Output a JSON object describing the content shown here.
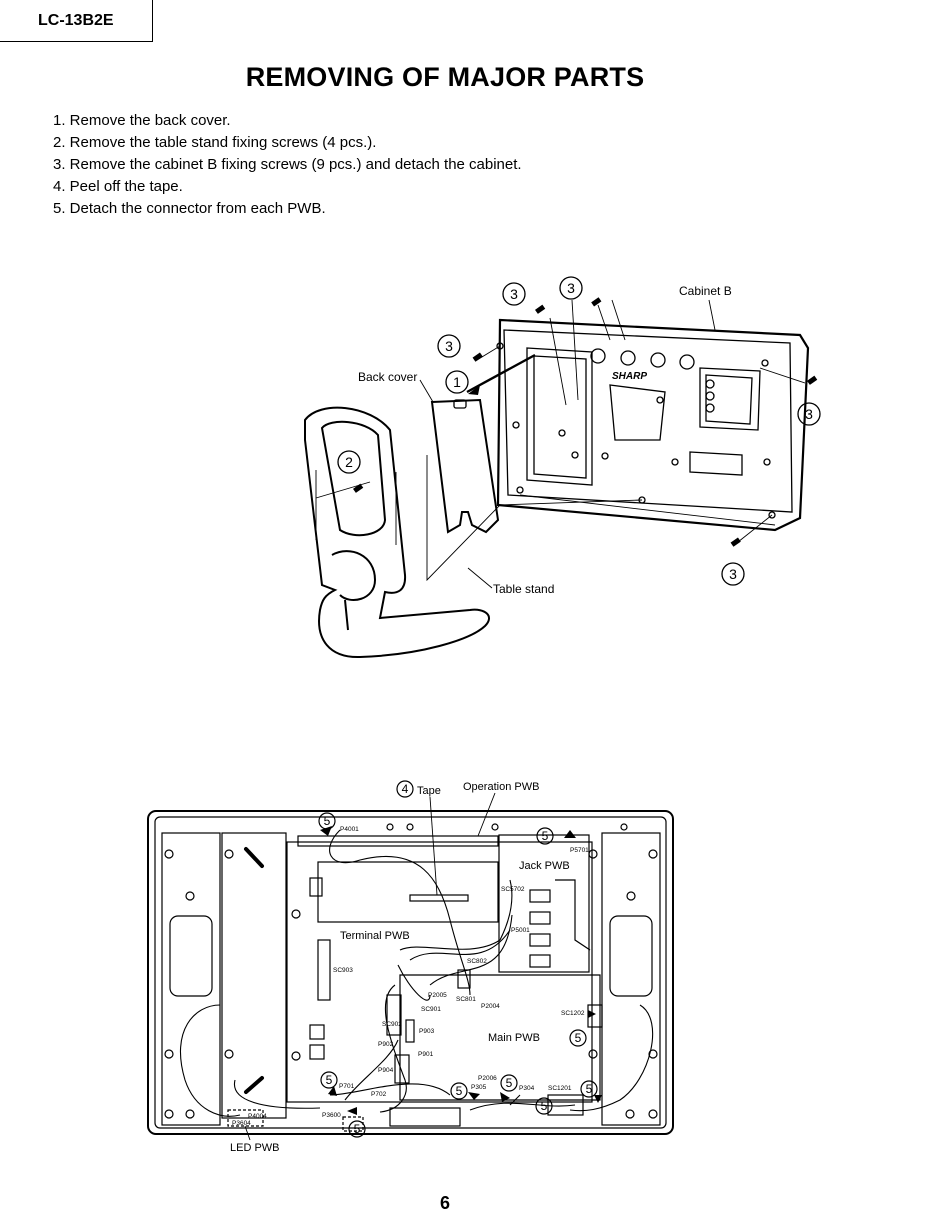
{
  "header": {
    "model": "LC-13B2E"
  },
  "title": "REMOVING OF MAJOR PARTS",
  "steps": [
    "1. Remove the back cover.",
    "2. Remove the table stand fixing screws (4 pcs.).",
    "3. Remove the cabinet B fixing screws (9 pcs.) and detach the cabinet.",
    "4. Peel off the tape.",
    "5. Detach the connector from each PWB."
  ],
  "figure1": {
    "labels": {
      "cabinet_b": "Cabinet B",
      "back_cover": "Back cover",
      "table_stand": "Table stand",
      "brand": "SHARP"
    },
    "callouts": {
      "one": "1",
      "two": "2",
      "three": "3"
    }
  },
  "figure2": {
    "labels": {
      "tape": "Tape",
      "operation_pwb": "Operation PWB",
      "jack_pwb": "Jack PWB",
      "terminal_pwb": "Terminal PWB",
      "main_pwb": "Main PWB",
      "led_pwb": "LED PWB"
    },
    "callouts": {
      "four": "4",
      "five": "5"
    },
    "connectors": {
      "p4001": "P4001",
      "p5701": "P5701",
      "sc5702": "SC5702",
      "p5001": "P5001",
      "sc903": "SC903",
      "sc802": "SC802",
      "p2005": "P2005",
      "sc801": "SC801",
      "p2004": "P2004",
      "sc901": "SC901",
      "sc902": "SC902",
      "p903": "P903",
      "p902": "P902",
      "p901": "P901",
      "sc1202": "SC1202",
      "p904": "P904",
      "p2006": "P2006",
      "p305": "P305",
      "p304": "P304",
      "sc1201": "SC1201",
      "p701": "P701",
      "p702": "P702",
      "p4004": "P4004",
      "p3600": "P3600",
      "p3604": "P3604"
    }
  },
  "page_number": "6"
}
